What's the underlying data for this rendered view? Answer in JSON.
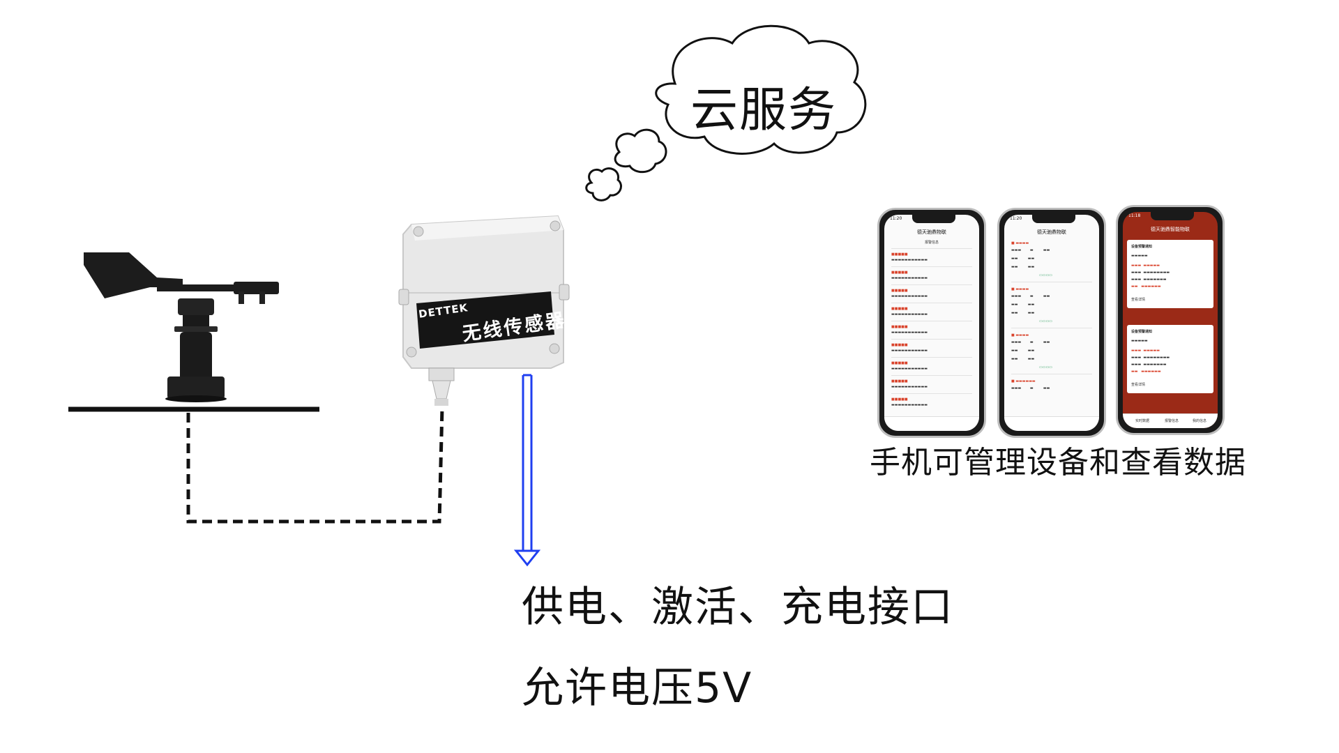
{
  "cloud": {
    "label": "云服务"
  },
  "sensor_box": {
    "brand": "DETTEK",
    "title": "无线传感器"
  },
  "port": {
    "line1": "供电、激活、充电接口",
    "line2": "允许电压5V"
  },
  "phones": {
    "caption": "手机可管理设备和查看数据",
    "phone1": {
      "time": "11:20",
      "app_title": "德天驰鼎物联",
      "subtitle": "报警信息"
    },
    "phone2": {
      "time": "11:20",
      "app_title": "德天驰鼎物联"
    },
    "phone3": {
      "time": "11:18",
      "app_title": "德天驰鼎智能物联",
      "card_title": "设备预警通知",
      "card_title_2": "设备预警通知",
      "detail_link": "查看详情",
      "tab1": "实时数据",
      "tab2": "报警信息",
      "tab3": "我的信息"
    }
  },
  "colors": {
    "arrow": "#1f3ff0",
    "line": "#111111",
    "box": "#ececec",
    "box_panel": "#111111",
    "alert_red": "#c0331c"
  }
}
